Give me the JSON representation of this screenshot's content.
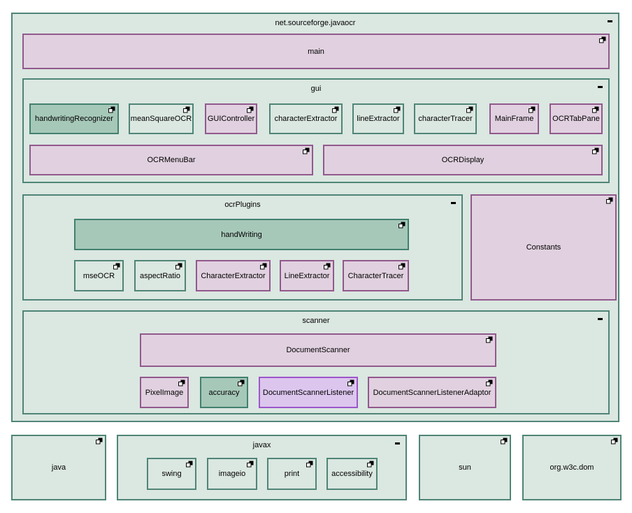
{
  "root": {
    "title": "net.sourceforge.javaocr",
    "collapse_label": "-",
    "main": {
      "label": "main"
    },
    "gui": {
      "title": "gui",
      "collapse_label": "-",
      "row1": [
        {
          "label": "handwritingRecognizer"
        },
        {
          "label": "meanSquareOCR"
        },
        {
          "label": "GUIController"
        },
        {
          "label": "characterExtractor"
        },
        {
          "label": "lineExtractor"
        },
        {
          "label": "characterTracer"
        },
        {
          "label": "MainFrame"
        },
        {
          "label": "OCRTabPane"
        }
      ],
      "row2": [
        {
          "label": "OCRMenuBar"
        },
        {
          "label": "OCRDisplay"
        }
      ]
    },
    "ocrPlugins": {
      "title": "ocrPlugins",
      "collapse_label": "-",
      "handWriting": {
        "label": "handWriting"
      },
      "row": [
        {
          "label": "mseOCR"
        },
        {
          "label": "aspectRatio"
        },
        {
          "label": "CharacterExtractor"
        },
        {
          "label": "LineExtractor"
        },
        {
          "label": "CharacterTracer"
        }
      ]
    },
    "constants": {
      "label": "Constants"
    },
    "scanner": {
      "title": "scanner",
      "collapse_label": "-",
      "documentScanner": {
        "label": "DocumentScanner"
      },
      "row": [
        {
          "label": "PixelImage"
        },
        {
          "label": "accuracy"
        },
        {
          "label": "DocumentScannerListener"
        },
        {
          "label": "DocumentScannerListenerAdaptor"
        }
      ]
    }
  },
  "bottom": {
    "java": {
      "label": "java"
    },
    "javax": {
      "title": "javax",
      "collapse_label": "-",
      "row": [
        {
          "label": "swing"
        },
        {
          "label": "imageio"
        },
        {
          "label": "print"
        },
        {
          "label": "accessibility"
        }
      ]
    },
    "sun": {
      "label": "sun"
    },
    "orgW3cDom": {
      "label": "org.w3c.dom"
    }
  },
  "icons": {
    "expand": "overlapping-squares-icon",
    "collapse": "minus-icon"
  },
  "colors": {
    "canvas_bg": "#ffffff",
    "container_fill": "#dbe7e1",
    "container_border": "#4f8577",
    "highlight_fill": "#a6c8b9",
    "highlight_border": "#41806e",
    "pink_fill": "#e1d1e0",
    "pink_border": "#91598c",
    "purple_fill": "#dcc6ee",
    "purple_border": "#9d56c9",
    "text": "#000000"
  }
}
